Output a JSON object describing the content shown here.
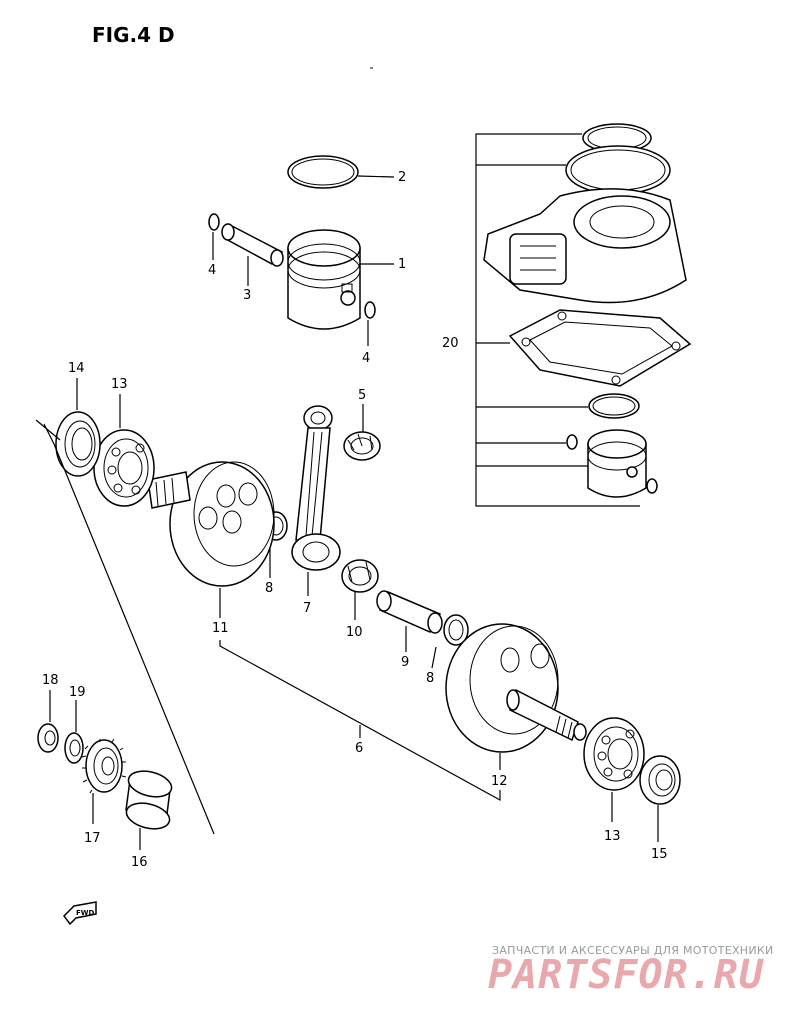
{
  "figure_title": "FIG.4 D",
  "callouts": {
    "p1": "1",
    "p2": "2",
    "p3": "3",
    "p4a": "4",
    "p4b": "4",
    "p5": "5",
    "p6": "6",
    "p7": "7",
    "p8a": "8",
    "p8b": "8",
    "p9": "9",
    "p10": "10",
    "p11": "11",
    "p12": "12",
    "p13a": "13",
    "p13b": "13",
    "p14": "14",
    "p15": "15",
    "p16": "16",
    "p17": "17",
    "p18": "18",
    "p19": "19",
    "p20": "20"
  },
  "fwd_label": "FWD",
  "watermark": {
    "tagline": "ЗАПЧАСТИ И АКСЕССУАРЫ ДЛЯ МОТОТЕХНИКИ",
    "brand": "PARTSFOR.RU"
  },
  "colors": {
    "line": "#000000",
    "background": "#ffffff",
    "watermark_brand": "#e8a8ac",
    "watermark_tagline": "#9a9a9a"
  }
}
